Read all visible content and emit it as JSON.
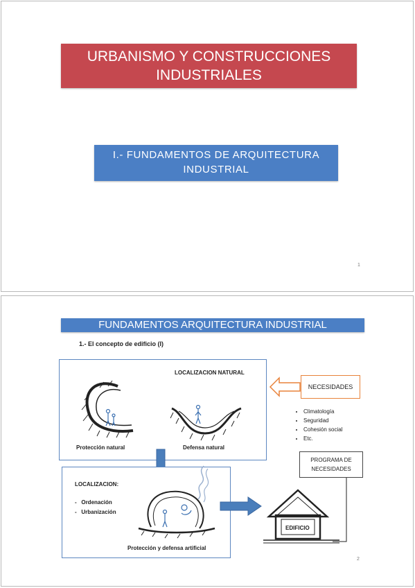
{
  "slide1": {
    "title_line1": "URBANISMO Y CONSTRUCCIONES",
    "title_line2": "INDUSTRIALES",
    "subtitle_line1": "I.- FUNDAMENTOS  DE ARQUITECTURA",
    "subtitle_line2": "INDUSTRIAL",
    "page_number": "1"
  },
  "slide2": {
    "title": "FUNDAMENTOS ARQUITECTURA INDUSTRIAL",
    "section_heading": "1.- El concepto de edificio (I)",
    "natural_box": {
      "heading": "LOCALIZACION NATURAL",
      "caption_left": "Protección natural",
      "caption_right": "Defensa natural"
    },
    "necesidades_label": "NECESIDADES",
    "necesidades_items": [
      "Climatología",
      "Seguridad",
      "Cohesión social",
      "Etc."
    ],
    "programa_line1": "PROGRAMA DE",
    "programa_line2": "NECESIDADES",
    "artificial_box": {
      "heading": "LOCALIZACION:",
      "items": [
        "Ordenación",
        "Urbanización"
      ],
      "caption": "Protección y defensa artificial"
    },
    "edificio_label": "EDIFICIO",
    "page_number": "2",
    "colors": {
      "title_red": "#c5484f",
      "bar_blue": "#4b7fc5",
      "arrow_blue": "#4a7ebb",
      "necesidades_border": "#e8823a"
    }
  }
}
